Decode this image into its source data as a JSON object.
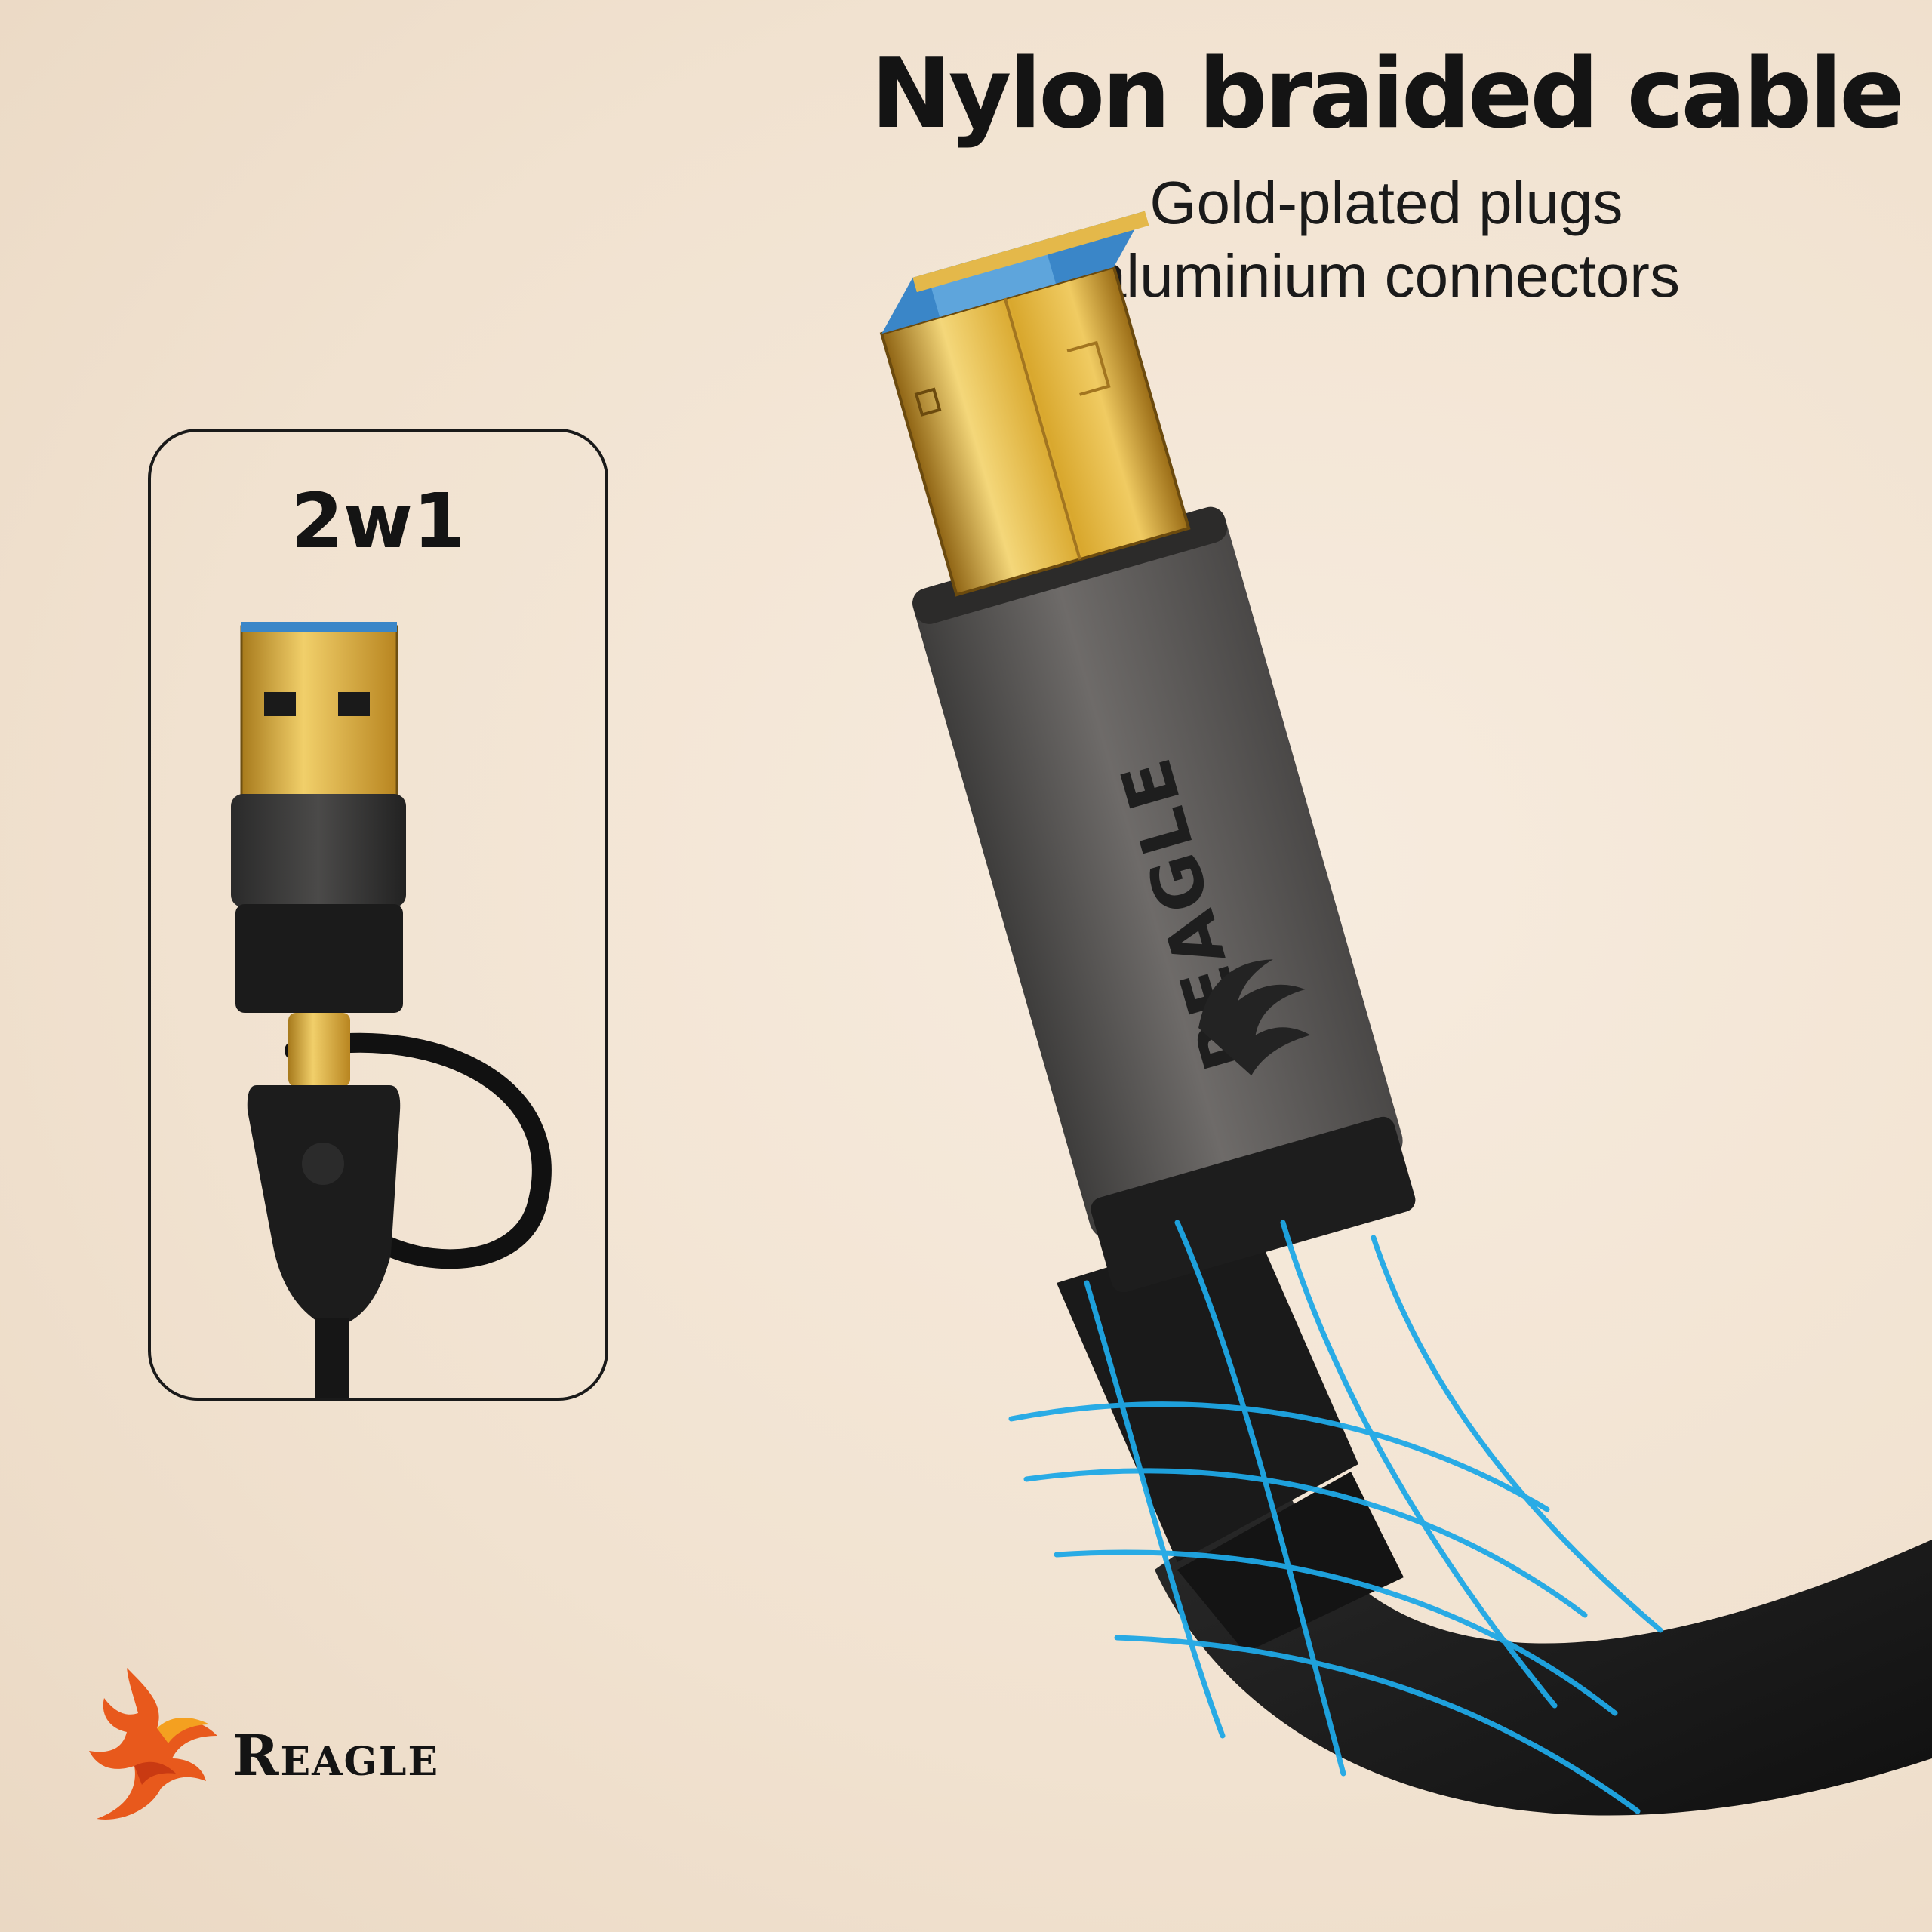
{
  "headline": {
    "title": "Nylon braided cable",
    "subtitle_line1": "Gold-plated plugs",
    "subtitle_line2": "aluminium connectors"
  },
  "inset": {
    "label": "2w1"
  },
  "product": {
    "connector_engraving": "REAGLE"
  },
  "brand": {
    "name": "Reagle"
  },
  "icons": {
    "brand_logo": "phoenix-logo-icon",
    "inset_product": "usb-a-usb-c-adapter-icon",
    "hero_product": "usb-b-connector-icon",
    "flex_effect": "flex-lines-icon"
  },
  "colors": {
    "background": "#f3e6d6",
    "gold": "#d9a82e",
    "usb_blue": "#3a86c8",
    "aluminium": "#5e5c5b",
    "accent_lines": "#1fa8e6",
    "logo_orange": "#e8591c"
  }
}
